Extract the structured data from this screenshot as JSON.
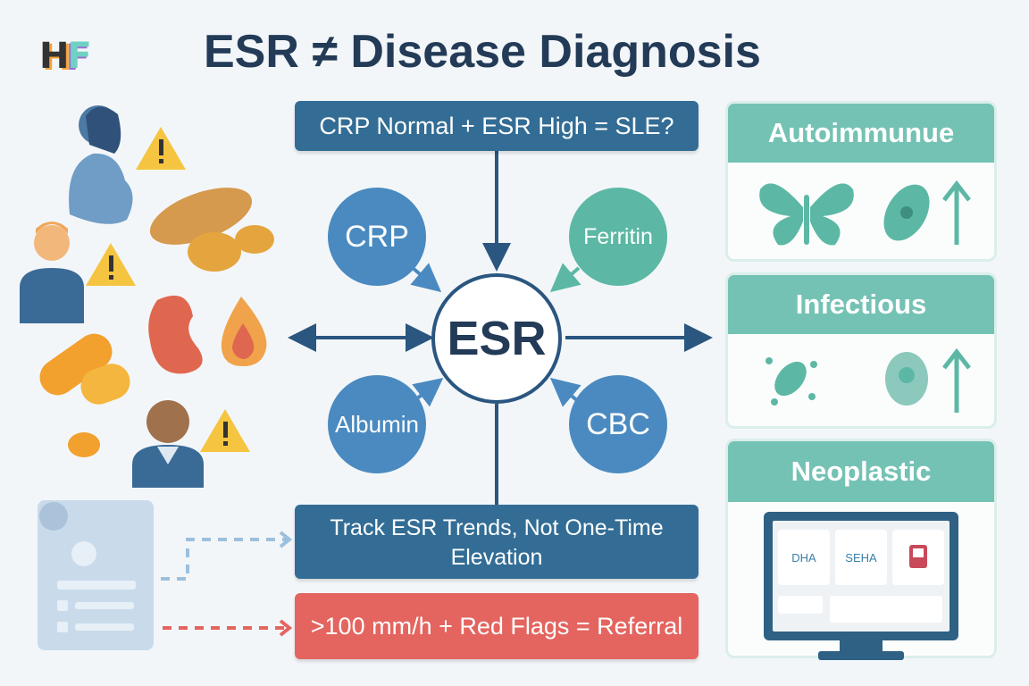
{
  "header": {
    "logo_h": "H",
    "logo_f": "F",
    "title": "ESR ≠ Disease Diagnosis"
  },
  "center": {
    "top_box": "CRP Normal + ESR High = SLE?",
    "esr": "ESR",
    "crp": "CRP",
    "ferritin": "Ferritin",
    "albumin": "Albumin",
    "cbc": "CBC",
    "track_box": "Track ESR Trends, Not One-Time Elevation",
    "referral_box": ">100 mm/h + Red Flags = Referral"
  },
  "cards": {
    "autoimmune": "Autoimmunue",
    "infectious": "Infectious",
    "neoplastic": "Neoplastic"
  },
  "monitor": {
    "tile1": "DHA",
    "tile2": "SEHA"
  },
  "icons": [
    "pregnant-woman-icon",
    "warning-icon",
    "ginger-root-icon",
    "man-icon",
    "kidney-icon",
    "blood-drop-icon",
    "pills-icon",
    "elderly-man-icon",
    "butterfly-icon",
    "bacteria-icon",
    "arrow-up-icon",
    "medical-record-icon",
    "monitor-icon"
  ],
  "colors": {
    "navy": "#233b57",
    "blue_box": "#336d95",
    "circle_blue": "#4a8ac0",
    "teal": "#74c2b4",
    "red": "#e4645f",
    "warning": "#f5c542"
  }
}
